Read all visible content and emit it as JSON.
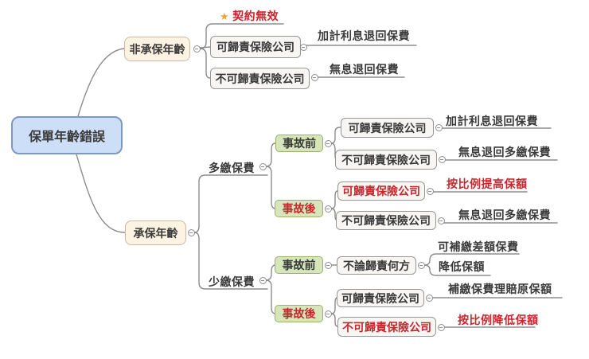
{
  "palette": {
    "root_fill": "#cddff6",
    "root_border": "#7e99c0",
    "stage_fill": "#fdf3e3",
    "stage_border": "#cbb9a2",
    "timing_fill": "#d6e6ba",
    "timing_border": "#9aaf70",
    "box_fill": "#f7f6f3",
    "box_border": "#969696",
    "line": "#8d8d8d",
    "text": "#3a3a3a",
    "emphasis": "#c9252d",
    "star": "#f0a33a"
  },
  "root": {
    "label": "保單年齡錯誤"
  },
  "non_covered_age": {
    "label": "非承保年齡",
    "contract_void": {
      "marker": "★",
      "label": "契約無效"
    },
    "attributable": {
      "label": "可歸責保險公司",
      "outcome": "加計利息退回保費"
    },
    "not_attributable": {
      "label": "不可歸責保險公司",
      "outcome": "無息退回保費"
    }
  },
  "covered_age": {
    "label": "承保年齡",
    "overpaid": {
      "label": "多繳保費",
      "before_event": {
        "label": "事故前",
        "attributable": {
          "label": "可歸責保險公司",
          "outcome": "加計利息退回保費"
        },
        "not_attributable": {
          "label": "不可歸責保險公司",
          "outcome": "無息退回多繳保費"
        }
      },
      "after_event": {
        "label": "事故後",
        "attributable": {
          "label": "可歸責保險公司",
          "outcome": "按比例提高保額"
        },
        "not_attributable": {
          "label": "不可歸責保險公司",
          "outcome": "無息退回多繳保費"
        }
      }
    },
    "underpaid": {
      "label": "少繳保費",
      "before_event": {
        "label": "事故前",
        "either_party": {
          "label": "不論歸責何方",
          "outcome1": "可補繳差額保費",
          "outcome2": "降低保額"
        }
      },
      "after_event": {
        "label": "事故後",
        "attributable": {
          "label": "可歸責保險公司",
          "outcome": "補繳保費理賠原保額"
        },
        "not_attributable": {
          "label": "不可歸責保險公司",
          "outcome": "按比例降低保額"
        }
      }
    }
  }
}
